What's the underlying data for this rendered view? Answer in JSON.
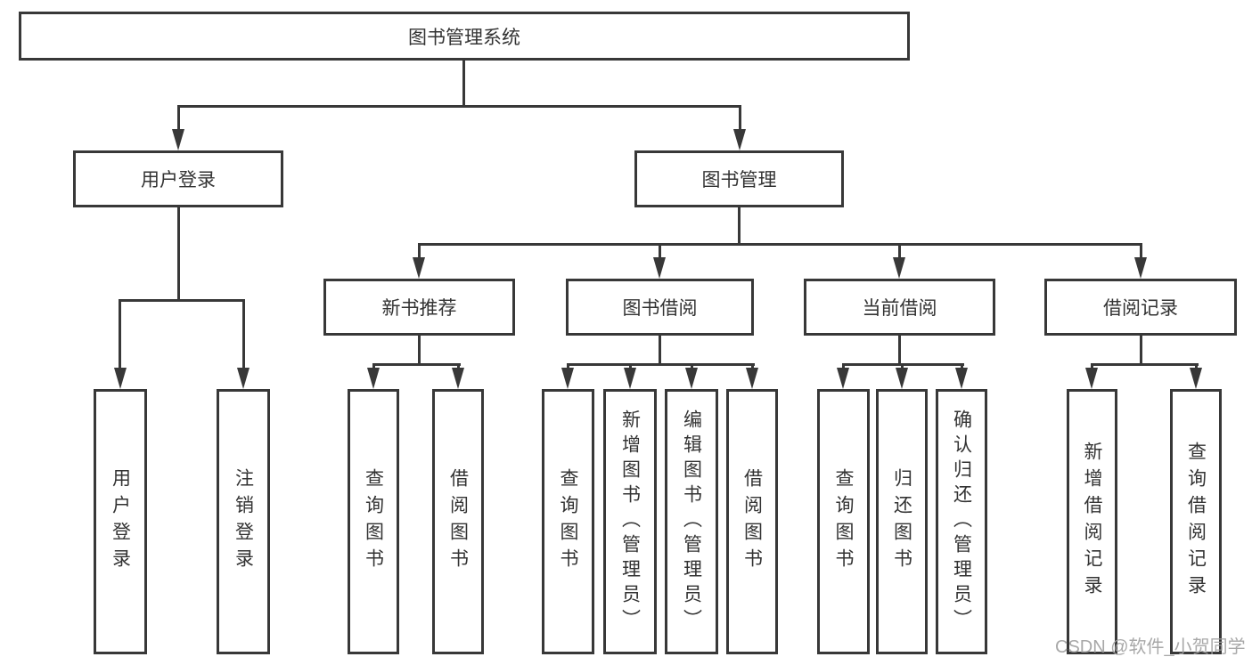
{
  "diagram": {
    "type": "hierarchy-tree",
    "nodes": {
      "root": "图书管理系统",
      "user_login": "用户登录",
      "book_management": "图书管理",
      "new_book_recommend": "新书推荐",
      "book_borrow": "图书借阅",
      "current_borrow": "当前借阅",
      "borrow_records": "借阅记录",
      "leaf_user_login": "用户登录",
      "leaf_logout": "注销登录",
      "leaf_nb_query_books": "查询图书",
      "leaf_nb_borrow_books": "借阅图书",
      "leaf_bb_query_books": "查询图书",
      "leaf_bb_add_books": "新增图书（管理员）",
      "leaf_bb_edit_books": "编辑图书（管理员）",
      "leaf_bb_borrow_books": "借阅图书",
      "leaf_cb_query_books": "查询图书",
      "leaf_cb_return_books": "归还图书",
      "leaf_cb_confirm_return": "确认归还（管理员）",
      "leaf_br_add_record": "新增借阅记录",
      "leaf_br_query_record": "查询借阅记录"
    },
    "colors": {
      "line": "#383838",
      "text": "#333333",
      "background": "#ffffff",
      "watermark": "#9e9e9e"
    }
  },
  "watermark": "CSDN @软件_小贺同学"
}
